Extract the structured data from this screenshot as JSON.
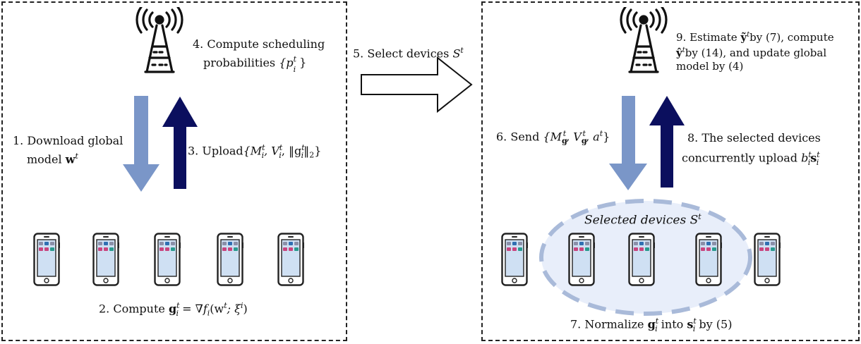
{
  "left_panel": {
    "step4": {
      "line1": "4. Compute scheduling",
      "line2_prefix": "probabilities ",
      "line2_math": "{p",
      "line2_sup": "t",
      "line2_sub": "i",
      "line2_end": "}"
    },
    "step1": {
      "line1": "1. Download global",
      "line2_prefix": "model ",
      "line2_math": "w",
      "line2_sup": "t"
    },
    "step3": {
      "prefix": "3. Upload",
      "math": "{M",
      "sup1": "t",
      "sub1": "i",
      "mid1": ", V",
      "sup2": "t",
      "sub2": "i",
      "mid2": ", ‖g",
      "sup3": "t",
      "sub3": "i",
      "end": "‖",
      "end_sub": "2",
      "close": "}"
    },
    "step2": {
      "prefix": "2. Compute ",
      "math1": "g",
      "sup1": "t",
      "sub1": "i",
      "mid": " = ∇f",
      "sub2": "i",
      "open": "(w",
      "sup2": "t",
      "sep": "; ξ",
      "sup3": "i",
      "close": ")"
    }
  },
  "middle": {
    "step5": {
      "prefix": "5. Select devices ",
      "math": "S",
      "sup": "t"
    }
  },
  "right_panel": {
    "step9": {
      "line1_prefix": "9. Estimate ",
      "line1_math": "ỹ",
      "line1_sup": "t",
      "line1_end": "by (7), compute",
      "line2_math": "ŷ",
      "line2_sup": "t",
      "line2_end": "by (14), and update global",
      "line3": "model by (4)"
    },
    "step6": {
      "prefix": "6. Send ",
      "math": "{M",
      "sub1": "g",
      "sup1": "t",
      "mid1": ", V",
      "sub2": "g",
      "sup2": "t",
      "mid2": ", a",
      "sup3": "t",
      "close": "}"
    },
    "step8": {
      "line1": "8. The selected devices",
      "line2_prefix": "concurrently upload ",
      "line2_math": "b",
      "sup1": "t",
      "sub1": "i",
      "math2": "s",
      "sup2": "t",
      "sub2": "i"
    },
    "selected": {
      "prefix": "Selected devices ",
      "math": "S",
      "sup": "t"
    },
    "step7": {
      "prefix": "7. Normalize ",
      "math1": "g",
      "sup1": "t",
      "sub1": "i",
      "mid": " into ",
      "math2": "s",
      "sup2": "t",
      "sub2": "i",
      "end": " by (5)"
    }
  },
  "colors": {
    "down_arrow": "#7a96c8",
    "up_arrow": "#0b0f5e",
    "ellipse_fill": "#e8eefa",
    "ellipse_stroke": "#a9bad9",
    "screen": "#cfe0f3",
    "app_blue": "#2f6fb2",
    "app_pink": "#c8457f",
    "app_teal": "#2a9a8e",
    "app_gray": "#8a8fa8"
  }
}
